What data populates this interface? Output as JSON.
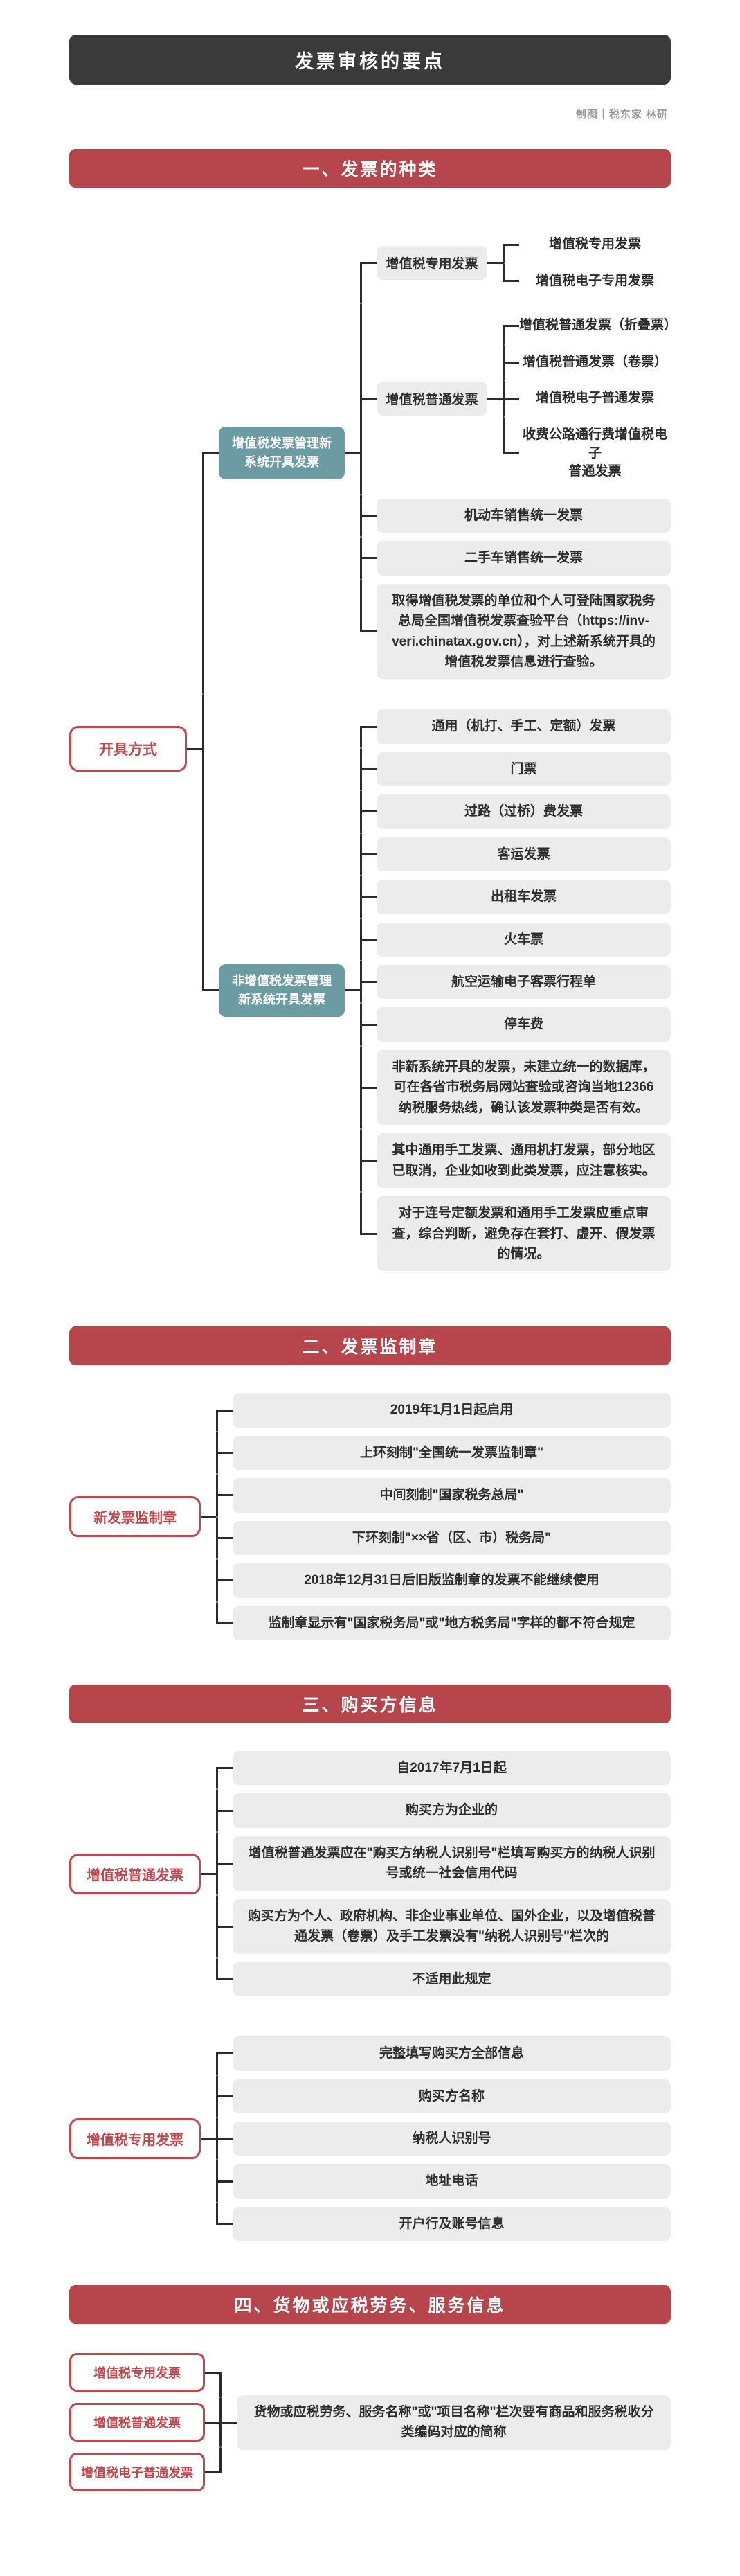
{
  "header": {
    "title": "发票审核的要点",
    "credit": "制图｜税东家 林研"
  },
  "colors": {
    "accent_red": "#b6454c",
    "node_red": "#c1474e",
    "teal": "#6b9ba3",
    "box_gray": "#ececec",
    "title_dark": "#3a3a3a",
    "line": "#2b2b2b"
  },
  "section1": {
    "bar": "一、发票的种类",
    "root": "开具方式",
    "groupA": {
      "node": "增值税发票管理新\n系统开具发票",
      "special": {
        "node": "增值税专用发票",
        "kids": [
          "增值税专用发票",
          "增值税电子专用发票"
        ]
      },
      "ordinary": {
        "node": "增值税普通发票",
        "kids": [
          "增值税普通发票（折叠票）",
          "增值税普通发票（卷票）",
          "增值税电子普通发票",
          "收费公路通行费增值税电子\n普通发票"
        ]
      },
      "boxes": [
        "机动车销售统一发票",
        "二手车销售统一发票",
        "取得增值税发票的单位和个人可登陆国家税务总局全国增值税发票查验平台（https://inv-veri.chinatax.gov.cn），对上述新系统开具的增值税发票信息进行查验。"
      ]
    },
    "groupB": {
      "node": "非增值税发票管理\n新系统开具发票",
      "boxes": [
        "通用（机打、手工、定额）发票",
        "门票",
        "过路（过桥）费发票",
        "客运发票",
        "出租车发票",
        "火车票",
        "航空运输电子客票行程单",
        "停车费",
        "非新系统开具的发票，未建立统一的数据库，可在各省市税务局网站查验或咨询当地12366纳税服务热线，确认该发票种类是否有效。",
        "其中通用手工发票、通用机打发票，部分地区已取消，企业如收到此类发票，应注意核实。",
        "对于连号定额发票和通用手工发票应重点审查，综合判断，避免存在套打、虚开、假发票的情况。"
      ]
    }
  },
  "section2": {
    "bar": "二、发票监制章",
    "node": "新发票监制章",
    "boxes": [
      "2019年1月1日起启用",
      "上环刻制\"全国统一发票监制章\"",
      "中间刻制\"国家税务总局\"",
      "下环刻制\"××省（区、市）税务局\"",
      "2018年12月31日后旧版监制章的发票不能继续使用",
      "监制章显示有\"国家税务局\"或\"地方税务局\"字样的都不符合规定"
    ]
  },
  "section3": {
    "bar": "三、购买方信息",
    "ordinary": {
      "node": "增值税普通发票",
      "boxes": [
        "自2017年7月1日起",
        "购买方为企业的",
        "增值税普通发票应在\"购买方纳税人识别号\"栏填写购买方的纳税人识别号或统一社会信用代码",
        "购买方为个人、政府机构、非企业事业单位、国外企业，以及增值税普通发票（卷票）及手工发票没有\"纳税人识别号\"栏次的",
        "不适用此规定"
      ]
    },
    "special": {
      "node": "增值税专用发票",
      "boxes": [
        "完整填写购买方全部信息",
        "购买方名称",
        "纳税人识别号",
        "地址电话",
        "开户行及账号信息"
      ]
    }
  },
  "section4": {
    "bar": "四、货物或应税劳务、服务信息",
    "nodes": [
      "增值税专用发票",
      "增值税普通发票",
      "增值税电子普通发票"
    ],
    "box": "货物或应税劳务、服务名称\"或\"项目名称\"栏次要有商品和服务税收分类编码对应的简称"
  }
}
